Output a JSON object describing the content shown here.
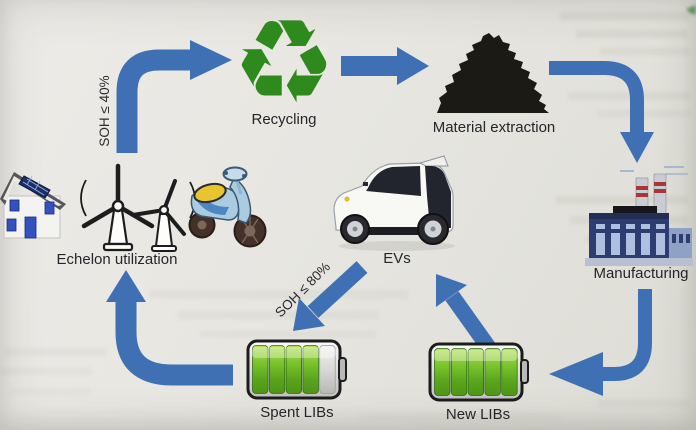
{
  "figure": {
    "type": "battery-lifecycle-cycle-diagram",
    "background_color": "#e7e6e1",
    "arrow_color": "#4070b4",
    "labels": {
      "recycling": "Recycling",
      "material_extraction": "Material extraction",
      "manufacturing": "Manufacturing",
      "new_libs": "New LIBs",
      "evs": "EVs",
      "spent_libs": "Spent LIBs",
      "echelon_utilization": "Echelon utilization",
      "soh_40": "SOH ≤ 40%",
      "soh_80": "SOH ≤ 80%"
    },
    "icons": {
      "recycling_glyph": "♻",
      "recycling_color": "#2e8a1c",
      "material_extraction": "black-powder-pile-icon",
      "manufacturing": "factory-icon",
      "new_libs": "full-green-battery-icon",
      "spent_libs": "partially-depleted-green-battery-icon",
      "evs": "white-microcar-icon",
      "echelon_utilization": [
        "house-with-solar-panel-icon",
        "wind-turbines-icon",
        "scooter-icon"
      ]
    },
    "nodes": [
      "Echelon utilization",
      "Recycling",
      "Material extraction",
      "Manufacturing",
      "New LIBs",
      "EVs",
      "Spent LIBs"
    ],
    "edges": [
      {
        "from": "Echelon utilization",
        "to": "Recycling",
        "label": "SOH ≤ 40%"
      },
      {
        "from": "Recycling",
        "to": "Material extraction",
        "label": ""
      },
      {
        "from": "Material extraction",
        "to": "Manufacturing",
        "label": ""
      },
      {
        "from": "Manufacturing",
        "to": "New LIBs",
        "label": ""
      },
      {
        "from": "New LIBs",
        "to": "EVs",
        "label": ""
      },
      {
        "from": "EVs",
        "to": "Spent LIBs",
        "label": "SOH ≤ 80%"
      },
      {
        "from": "Spent LIBs",
        "to": "Echelon utilization",
        "label": ""
      }
    ]
  }
}
